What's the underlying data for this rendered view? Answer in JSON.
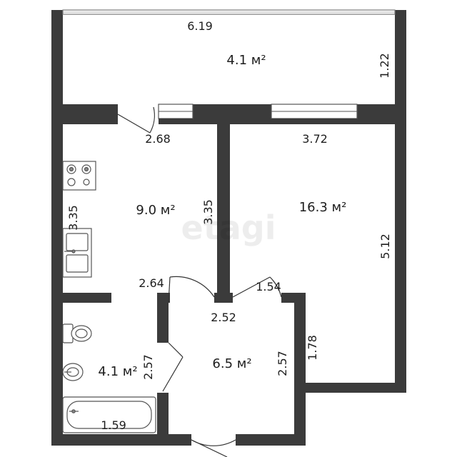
{
  "plan": {
    "watermark": "etagi",
    "rooms": [
      {
        "id": "balcony",
        "area": "4.1 м²"
      },
      {
        "id": "kitchen",
        "area": "9.0 м²"
      },
      {
        "id": "bedroom",
        "area": "16.3 м²"
      },
      {
        "id": "hall",
        "area": "6.5 м²"
      },
      {
        "id": "bathroom",
        "area": "4.1 м²"
      }
    ],
    "dimensions": {
      "balcony_width": "6.19",
      "balcony_depth": "1.22",
      "kitchen_top": "2.68",
      "kitchen_left": "3.35",
      "kitchen_right": "3.35",
      "kitchen_bottom": "2.64",
      "bedroom_top": "3.72",
      "bedroom_right": "5.12",
      "bedroom_lower": "1.78",
      "hall_top_left": "2.52",
      "hall_top_right": "1.54",
      "hall_right": "2.57",
      "bath_right": "2.57",
      "bath_bottom": "1.59"
    }
  }
}
